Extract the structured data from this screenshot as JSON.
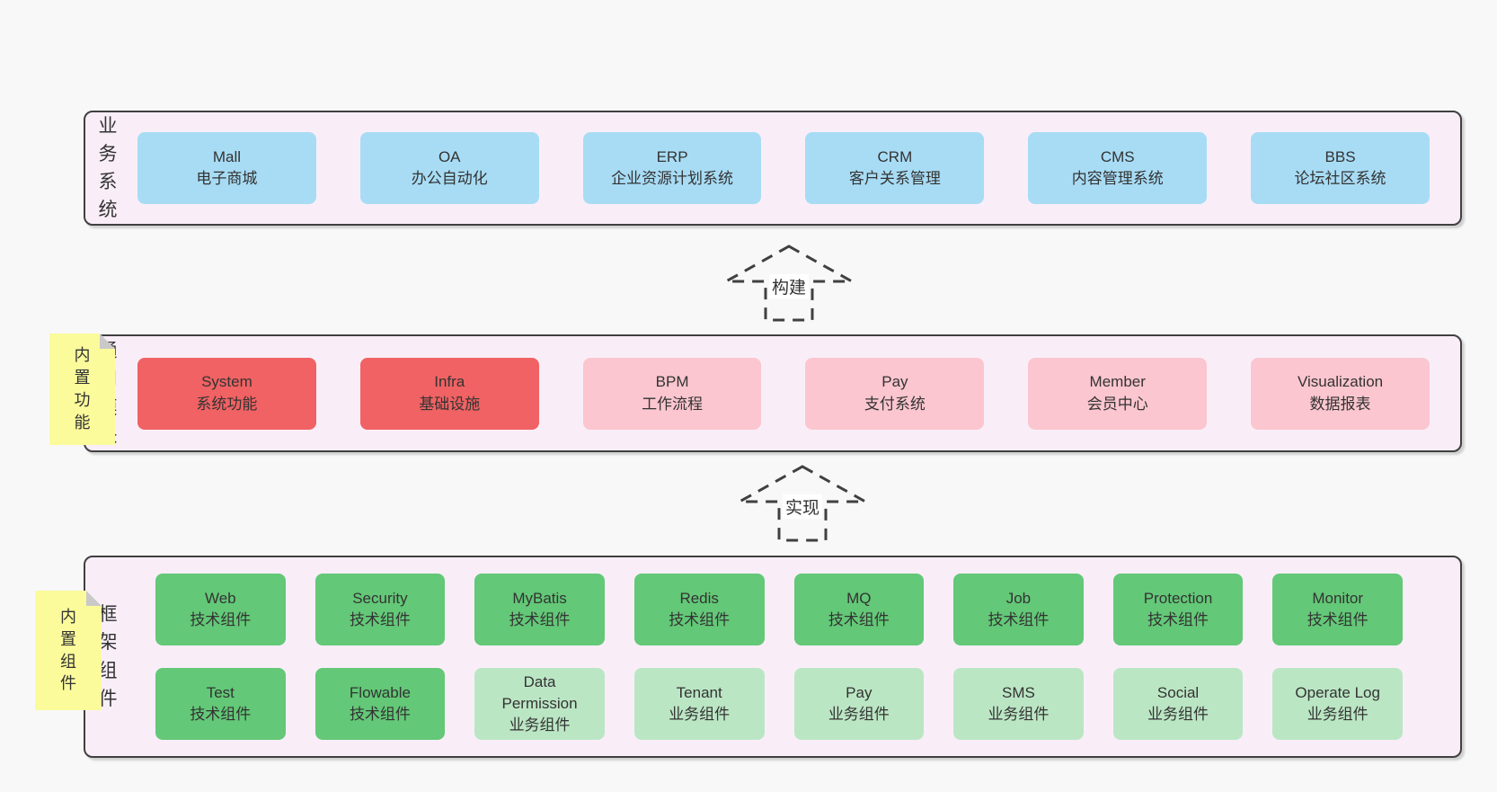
{
  "colors": {
    "pageBg": "#f8f8f8",
    "layerBg": "#f9eef8",
    "border": "#404040",
    "text": "#333333",
    "blue": "#a8dcf5",
    "red": "#f06263",
    "pink": "#fbc6cf",
    "green": "#63c877",
    "lightgreen": "#bbe6c4",
    "note": "#fbfb9c",
    "noteFold": "#c9c9c9",
    "labelBg": "#ffffff"
  },
  "arrows": [
    {
      "label": "构建"
    },
    {
      "label": "实现"
    }
  ],
  "layers": [
    {
      "label": "业务系统",
      "boxes": [
        {
          "title": "Mall",
          "subtitle": "电子商城",
          "type": "blue"
        },
        {
          "title": "OA",
          "subtitle": "办公自动化",
          "type": "blue"
        },
        {
          "title": "ERP",
          "subtitle": "企业资源计划系统",
          "type": "blue"
        },
        {
          "title": "CRM",
          "subtitle": "客户关系管理",
          "type": "blue"
        },
        {
          "title": "CMS",
          "subtitle": "内容管理系统",
          "type": "blue"
        },
        {
          "title": "BBS",
          "subtitle": "论坛社区系统",
          "type": "blue"
        }
      ]
    },
    {
      "label": "通用模块",
      "note": "内置功能",
      "boxes": [
        {
          "title": "System",
          "subtitle": "系统功能",
          "type": "red"
        },
        {
          "title": "Infra",
          "subtitle": "基础设施",
          "type": "red"
        },
        {
          "title": "BPM",
          "subtitle": "工作流程",
          "type": "pink"
        },
        {
          "title": "Pay",
          "subtitle": "支付系统",
          "type": "pink"
        },
        {
          "title": "Member",
          "subtitle": "会员中心",
          "type": "pink"
        },
        {
          "title": "Visualization",
          "subtitle": "数据报表",
          "type": "pink"
        }
      ]
    },
    {
      "label": "框架组件",
      "note": "内置组件",
      "rows": [
        [
          {
            "title": "Web",
            "subtitle": "技术组件",
            "type": "green"
          },
          {
            "title": "Security",
            "subtitle": "技术组件",
            "type": "green"
          },
          {
            "title": "MyBatis",
            "subtitle": "技术组件",
            "type": "green"
          },
          {
            "title": "Redis",
            "subtitle": "技术组件",
            "type": "green"
          },
          {
            "title": "MQ",
            "subtitle": "技术组件",
            "type": "green"
          },
          {
            "title": "Job",
            "subtitle": "技术组件",
            "type": "green"
          },
          {
            "title": "Protection",
            "subtitle": "技术组件",
            "type": "green"
          },
          {
            "title": "Monitor",
            "subtitle": "技术组件",
            "type": "green"
          }
        ],
        [
          {
            "title": "Test",
            "subtitle": "技术组件",
            "type": "green"
          },
          {
            "title": "Flowable",
            "subtitle": "技术组件",
            "type": "green"
          },
          {
            "title": "Data Permission",
            "subtitle": "业务组件",
            "type": "lightgreen"
          },
          {
            "title": "Tenant",
            "subtitle": "业务组件",
            "type": "lightgreen"
          },
          {
            "title": "Pay",
            "subtitle": "业务组件",
            "type": "lightgreen"
          },
          {
            "title": "SMS",
            "subtitle": "业务组件",
            "type": "lightgreen"
          },
          {
            "title": "Social",
            "subtitle": "业务组件",
            "type": "lightgreen"
          },
          {
            "title": "Operate Log",
            "subtitle": "业务组件",
            "type": "lightgreen"
          }
        ]
      ]
    }
  ]
}
